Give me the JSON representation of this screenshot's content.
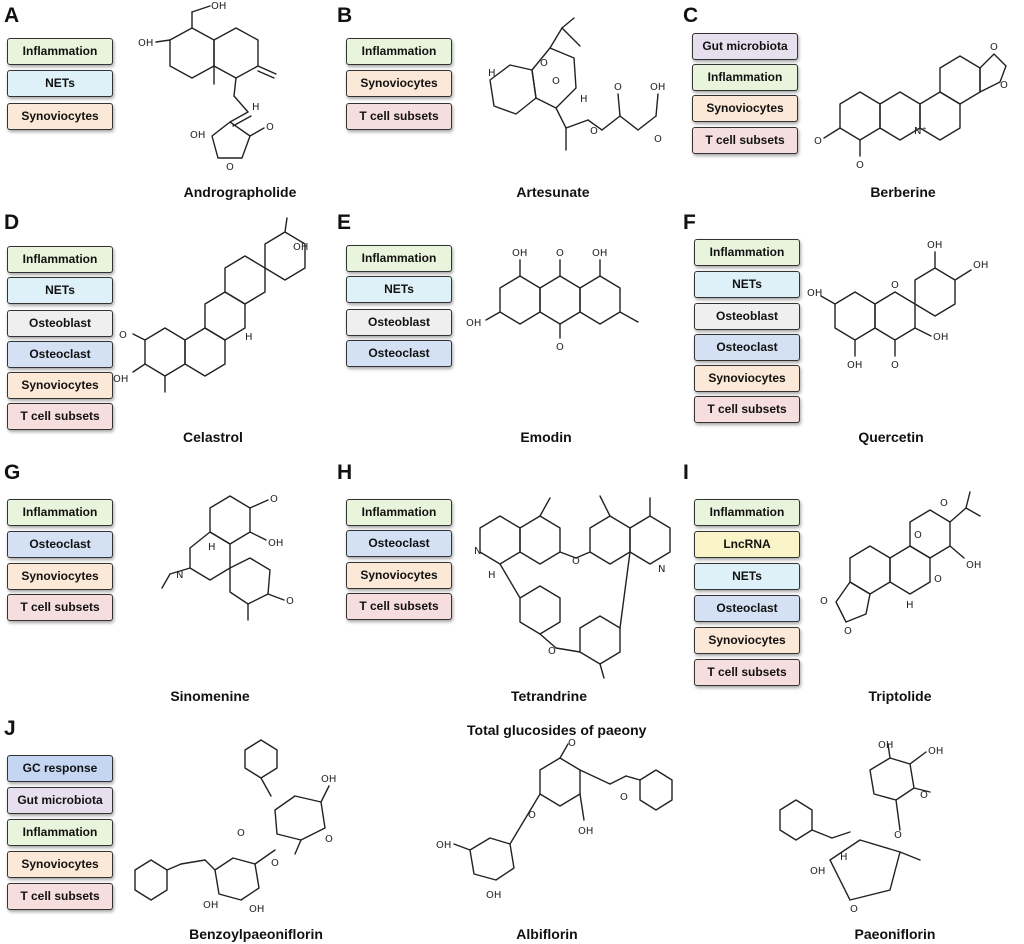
{
  "colors": {
    "Inflammation": "#e9f4dc",
    "NETs": "#dff1f8",
    "Synoviocytes": "#fbe8d6",
    "T cell subsets": "#f7dede",
    "Gut microbiota": "#e6e0ee",
    "Osteoblast": "#efefef",
    "Osteoclast": "#d4e0f3",
    "LncRNA": "#f9f5c8",
    "GC response": "#c4d6f2"
  },
  "panels": [
    {
      "label": "A",
      "compound": "Andrographolide",
      "tags": [
        "Inflammation",
        "NETs",
        "Synoviocytes"
      ]
    },
    {
      "label": "B",
      "compound": "Artesunate",
      "tags": [
        "Inflammation",
        "Synoviocytes",
        "T cell subsets"
      ]
    },
    {
      "label": "C",
      "compound": "Berberine",
      "tags": [
        "Gut microbiota",
        "Inflammation",
        "Synoviocytes",
        "T cell subsets"
      ]
    },
    {
      "label": "D",
      "compound": "Celastrol",
      "tags": [
        "Inflammation",
        "NETs",
        "Osteoblast",
        "Osteoclast",
        "Synoviocytes",
        "T cell subsets"
      ]
    },
    {
      "label": "E",
      "compound": "Emodin",
      "tags": [
        "Inflammation",
        "NETs",
        "Osteoblast",
        "Osteoclast"
      ]
    },
    {
      "label": "F",
      "compound": "Quercetin",
      "tags": [
        "Inflammation",
        "NETs",
        "Osteoblast",
        "Osteoclast",
        "Synoviocytes",
        "T cell subsets"
      ]
    },
    {
      "label": "G",
      "compound": "Sinomenine",
      "tags": [
        "Inflammation",
        "Osteoclast",
        "Synoviocytes",
        "T cell subsets"
      ]
    },
    {
      "label": "H",
      "compound": "Tetrandrine",
      "tags": [
        "Inflammation",
        "Osteoclast",
        "Synoviocytes",
        "T cell subsets"
      ]
    },
    {
      "label": "I",
      "compound": "Triptolide",
      "tags": [
        "Inflammation",
        "LncRNA",
        "NETs",
        "Osteoclast",
        "Synoviocytes",
        "T cell subsets"
      ]
    },
    {
      "label": "J",
      "compound": "",
      "tags": [
        "GC response",
        "Gut microbiota",
        "Inflammation",
        "Synoviocytes",
        "T cell subsets"
      ]
    }
  ],
  "paeony": {
    "title": "Total glucosides of paeony",
    "compounds": [
      "Benzoylpaeoniflorin",
      "Albiflorin",
      "Paeoniflorin"
    ]
  },
  "atoms": {
    "oh": "OH",
    "o": "O",
    "h": "H",
    "n": "N",
    "nplus": "N⁺"
  }
}
